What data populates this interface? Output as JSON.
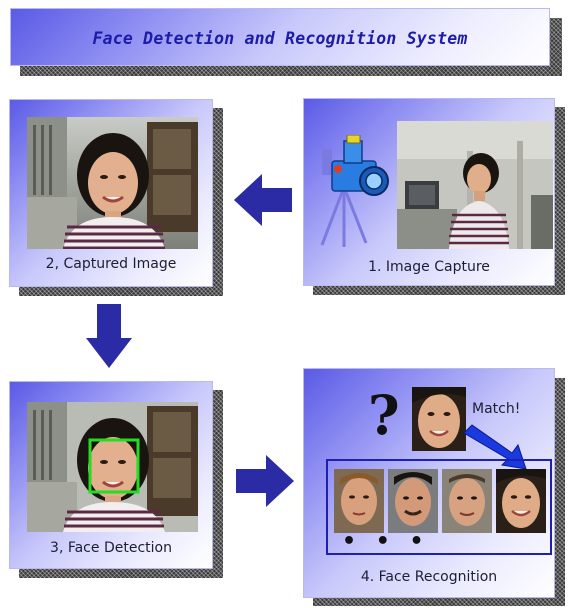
{
  "title": "Face Detection and Recognition System",
  "steps": {
    "capture": {
      "label": "1. Image Capture"
    },
    "captured": {
      "label": "2, Captured Image"
    },
    "detection": {
      "label": "3, Face Detection"
    },
    "recognition": {
      "label": "4. Face Recognition",
      "match_label": "Match!",
      "question_mark": "?",
      "more_indicator": "• • •"
    }
  },
  "colors": {
    "title_text": "#1c1ca8",
    "arrow": "#2b2ba6",
    "detection_box": "#22dd22",
    "gallery_border": "#1f1fb0"
  },
  "icons": [
    "camera-icon",
    "tripod-icon",
    "question-mark-icon",
    "match-arrow-icon"
  ]
}
